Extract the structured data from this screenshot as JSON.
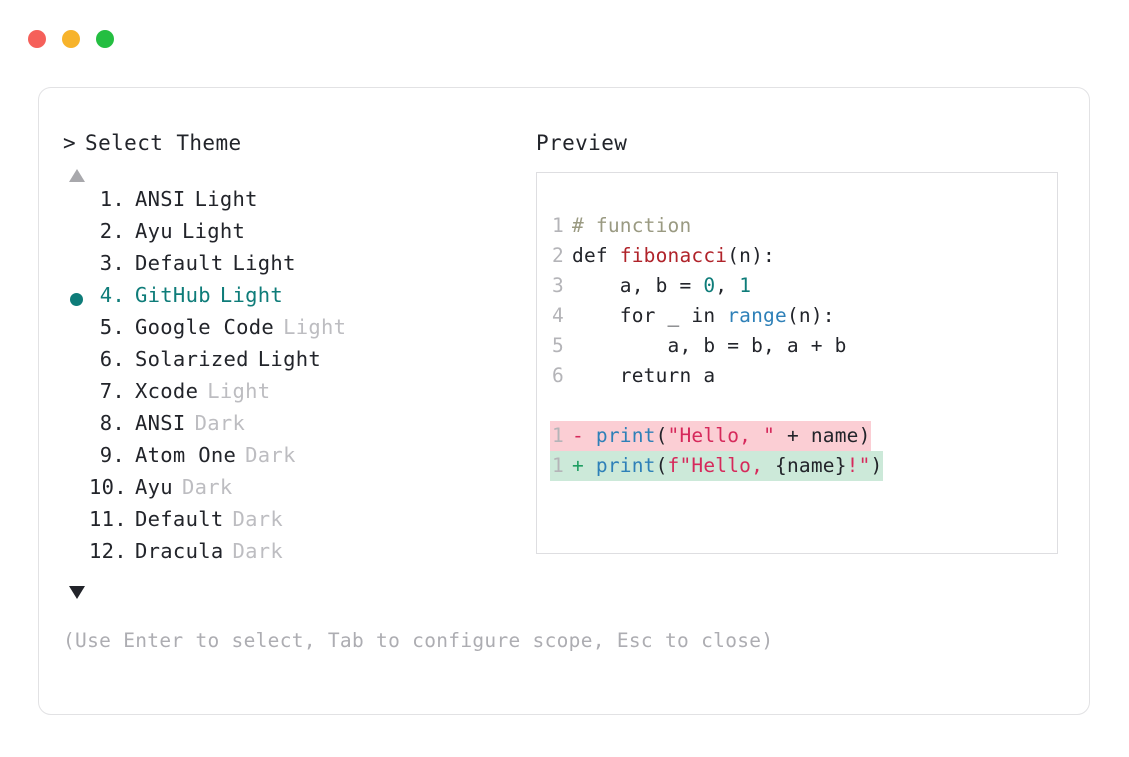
{
  "window": {
    "buttons": [
      {
        "name": "close",
        "color": "#F5605A"
      },
      {
        "name": "minimize",
        "color": "#F7B32B"
      },
      {
        "name": "maximize",
        "color": "#24BE41"
      }
    ]
  },
  "left": {
    "caret": ">",
    "prompt": "Select Theme",
    "scroll_up_icon": "triangle-up-icon",
    "scroll_down_icon": "triangle-down-icon",
    "selected_index": 4,
    "items": [
      {
        "index": " 1.",
        "name": "ANSI",
        "suffix": "Light",
        "suffix_muted": false
      },
      {
        "index": " 2.",
        "name": "Ayu",
        "suffix": "Light",
        "suffix_muted": false
      },
      {
        "index": " 3.",
        "name": "Default",
        "suffix": "Light",
        "suffix_muted": false
      },
      {
        "index": " 4.",
        "name": "GitHub",
        "suffix": "Light",
        "suffix_muted": false
      },
      {
        "index": " 5.",
        "name": "Google Code",
        "suffix": "Light",
        "suffix_muted": true
      },
      {
        "index": " 6.",
        "name": "Solarized",
        "suffix": "Light",
        "suffix_muted": false
      },
      {
        "index": " 7.",
        "name": "Xcode",
        "suffix": "Light",
        "suffix_muted": true
      },
      {
        "index": " 8.",
        "name": "ANSI",
        "suffix": "Dark",
        "suffix_muted": true
      },
      {
        "index": " 9.",
        "name": "Atom One",
        "suffix": "Dark",
        "suffix_muted": true
      },
      {
        "index": "10.",
        "name": "Ayu",
        "suffix": "Dark",
        "suffix_muted": true
      },
      {
        "index": "11.",
        "name": "Default",
        "suffix": "Dark",
        "suffix_muted": true
      },
      {
        "index": "12.",
        "name": "Dracula",
        "suffix": "Dark",
        "suffix_muted": true
      }
    ],
    "hint": "(Use Enter to select, Tab to configure scope, Esc to close)"
  },
  "right": {
    "label": "Preview",
    "code": {
      "lines": [
        {
          "no": "1",
          "tokens": [
            {
              "t": "# function",
              "c": "tok-comment"
            }
          ]
        },
        {
          "no": "2",
          "tokens": [
            {
              "t": "def ",
              "c": "tok-keyword"
            },
            {
              "t": "fibonacci",
              "c": "tok-func"
            },
            {
              "t": "(n):",
              "c": "tok-punct"
            }
          ]
        },
        {
          "no": "3",
          "tokens": [
            {
              "t": "    a, b = ",
              "c": "tok-plain"
            },
            {
              "t": "0",
              "c": "tok-num"
            },
            {
              "t": ", ",
              "c": "tok-plain"
            },
            {
              "t": "1",
              "c": "tok-num"
            }
          ]
        },
        {
          "no": "4",
          "tokens": [
            {
              "t": "    for _ in ",
              "c": "tok-plain"
            },
            {
              "t": "range",
              "c": "tok-builtin"
            },
            {
              "t": "(n):",
              "c": "tok-punct"
            }
          ]
        },
        {
          "no": "5",
          "tokens": [
            {
              "t": "        a, b = b, a + b",
              "c": "tok-plain"
            }
          ]
        },
        {
          "no": "6",
          "tokens": [
            {
              "t": "    return a",
              "c": "tok-plain"
            }
          ]
        }
      ],
      "diff": [
        {
          "no": "1",
          "mark": "-",
          "mark_class": "diff-mark-del",
          "bg_class": "diff-del",
          "tokens": [
            {
              "t": "print",
              "c": "tok-print"
            },
            {
              "t": "(",
              "c": "tok-punct"
            },
            {
              "t": "\"Hello, \"",
              "c": "tok-string"
            },
            {
              "t": " + name",
              "c": "tok-plain"
            },
            {
              "t": ")",
              "c": "tok-punct"
            }
          ]
        },
        {
          "no": "1",
          "mark": "+",
          "mark_class": "diff-mark-add",
          "bg_class": "diff-add",
          "tokens": [
            {
              "t": "print",
              "c": "tok-print"
            },
            {
              "t": "(",
              "c": "tok-punct"
            },
            {
              "t": "f\"Hello, ",
              "c": "tok-string"
            },
            {
              "t": "{name}",
              "c": "tok-plain"
            },
            {
              "t": "!\"",
              "c": "tok-string"
            },
            {
              "t": ")",
              "c": "tok-punct"
            }
          ]
        }
      ]
    }
  },
  "colors": {
    "accent_teal": "#0E7C79",
    "muted_text": "#BDBDC1",
    "body_text": "#22242A",
    "diff_add_bg": "#CCE9D9",
    "diff_del_bg": "#FBCED4",
    "card_border": "#E2E2E4",
    "panel_border": "#DEDEE1"
  }
}
